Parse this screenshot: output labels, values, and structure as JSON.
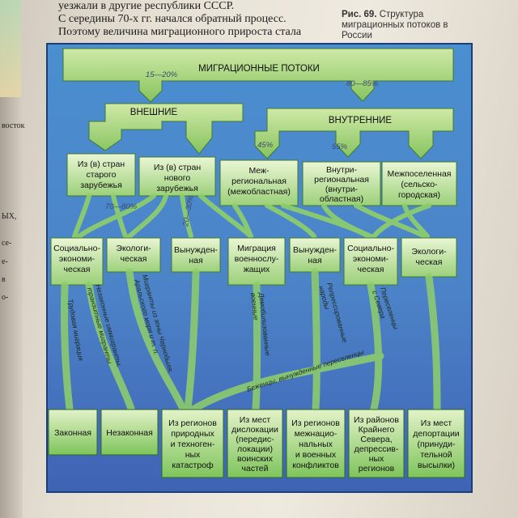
{
  "book": {
    "side_texts": [
      "восток",
      "ЫХ,",
      "се-",
      "е-",
      "в",
      "о-"
    ],
    "top_lines": [
      "уезжали в другие республики СССР.",
      "С середины 70-х гг. начался обратный процесс.",
      "Поэтому величина миграционного прироста стала"
    ],
    "figure_number": "Рис. 69.",
    "figure_caption": "Структура миграционных потоков в России"
  },
  "diagram": {
    "root": "МИГРАЦИОННЫЕ ПОТОКИ",
    "external_share": "15—20%",
    "internal_share": "80—85%",
    "external": "ВНЕШНИЕ",
    "internal": "ВНУТРЕННИЕ",
    "share_45": "45%",
    "share_55": "55%",
    "share_70_80a": "70—80%",
    "share_20_30": "20—30%",
    "level2": [
      [
        "Из (в) стран",
        "старого",
        "зарубежья"
      ],
      [
        "Из (в) стран",
        "нового",
        "зарубежья"
      ],
      [
        "Меж-",
        "региональная",
        "(межобластная)"
      ],
      [
        "Внутри-",
        "региональная",
        "(внутри-",
        "областная)"
      ],
      [
        "Межпоселенная",
        "(сельско-",
        "городская)"
      ]
    ],
    "level3": [
      [
        "Социально-",
        "экономи-",
        "ческая"
      ],
      [
        "Экологи-",
        "ческая"
      ],
      [
        "Вынужден-",
        "ная"
      ],
      [
        "Миграция",
        "военнослу-",
        "жащих"
      ],
      [
        "Вынужден-",
        "ная"
      ],
      [
        "Социально-",
        "экономи-",
        "ческая"
      ],
      [
        "Экологи-",
        "ческая"
      ]
    ],
    "level4": [
      [
        "Законная"
      ],
      [
        "Незаконная"
      ],
      [
        "Из регионов",
        "природных",
        "и техноген-",
        "ных",
        "катастроф"
      ],
      [
        "Из мест",
        "дислокации",
        "(передис-",
        "локации)",
        "воинских",
        "частей"
      ],
      [
        "Из регионов",
        "межнацио-",
        "нальных",
        "и военных",
        "конфликтов"
      ],
      [
        "Из районов",
        "Крайнего",
        "Севера,",
        "депрессив-",
        "ных",
        "регионов"
      ],
      [
        "Из мест",
        "депортации",
        "(принуди-",
        "тельной",
        "высылки)"
      ]
    ],
    "flow_labels": {
      "labor": "Трудовая миграция",
      "illegal": [
        "Незаконные иммигранты,",
        "транзитные мигранты"
      ],
      "chernobyl": [
        "Мигранты из зоны Чернобыля,",
        "Аральского моря и т. п."
      ],
      "military": [
        "Демобилизованные",
        "военные"
      ],
      "repressed": [
        "Репрессированные",
        "народы"
      ],
      "north": [
        "Переселенцы",
        "с Севера"
      ],
      "refugees": "Беженцы, вынужденные переселенцы"
    }
  }
}
